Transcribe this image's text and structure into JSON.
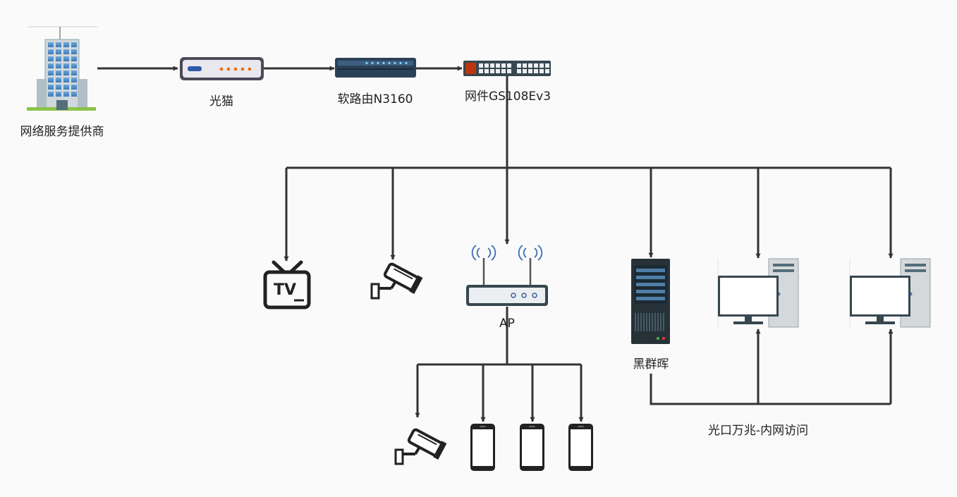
{
  "nodes": {
    "isp": {
      "label": "网络服务提供商",
      "icon": "office-building-icon"
    },
    "modem": {
      "label": "光猫",
      "icon": "optical-modem-icon"
    },
    "router": {
      "label": "软路由N3160",
      "icon": "soft-router-icon"
    },
    "switch": {
      "label": "网件GS108Ev3",
      "icon": "network-switch-icon"
    },
    "tv": {
      "icon": "tv-icon",
      "text": "TV"
    },
    "camera_1": {
      "icon": "security-camera-icon"
    },
    "ap": {
      "label": "AP",
      "icon": "wireless-access-point-icon"
    },
    "nas": {
      "label": "黑群晖",
      "icon": "server-icon"
    },
    "pc_1": {
      "icon": "desktop-computer-icon"
    },
    "pc_2": {
      "icon": "desktop-computer-icon"
    },
    "camera_2": {
      "icon": "security-camera-icon"
    },
    "phone_1": {
      "icon": "smartphone-icon"
    },
    "phone_2": {
      "icon": "smartphone-icon"
    },
    "phone_3": {
      "icon": "smartphone-icon"
    }
  },
  "fiber_link": {
    "label": "光口万兆-内网访问"
  },
  "colors": {
    "line": "#333333",
    "background": "#fafafa"
  }
}
